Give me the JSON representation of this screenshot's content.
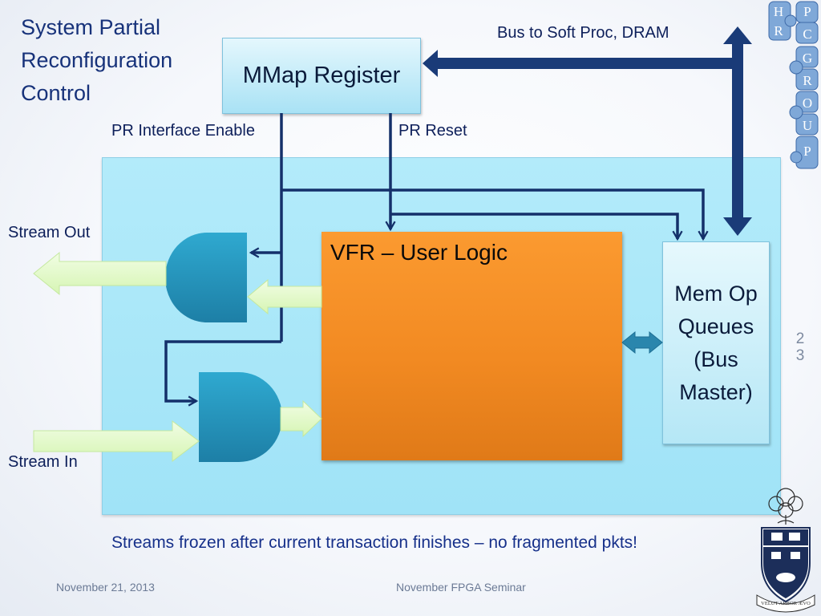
{
  "title": "System Partial Reconfiguration Control",
  "blocks": {
    "mmap_register": "MMap Register",
    "vfr_user_logic": "VFR – User Logic",
    "mem_op_queues": "Mem Op Queues (Bus Master)"
  },
  "signals": {
    "bus": "Bus to Soft Proc, DRAM",
    "pr_interface_enable": "PR Interface Enable",
    "pr_reset": "PR Reset",
    "stream_out": "Stream Out",
    "stream_in": "Stream In"
  },
  "caption": "Streams frozen after current transaction finishes – no fragmented pkts!",
  "footer": {
    "date": "November 21, 2013",
    "event": "November FPGA Seminar",
    "slide_number": "23"
  },
  "logos": {
    "group_letters": [
      "H",
      "P",
      "R",
      "C",
      "G",
      "R",
      "O",
      "U",
      "P"
    ],
    "crest_motto": "VELUT ARBOR ÆVO"
  },
  "colors": {
    "title": "#17327a",
    "wire": "#14306a",
    "region_fill": "#a8e6f8",
    "vfr_fill": "#f7902a",
    "gate_fill": "#2a9fc4",
    "stream_arrow_fill": "#e3fbc8"
  },
  "icons": [
    "and-gate-icon",
    "double-arrow-icon",
    "puzzle-logo-icon",
    "university-crest-icon"
  ]
}
